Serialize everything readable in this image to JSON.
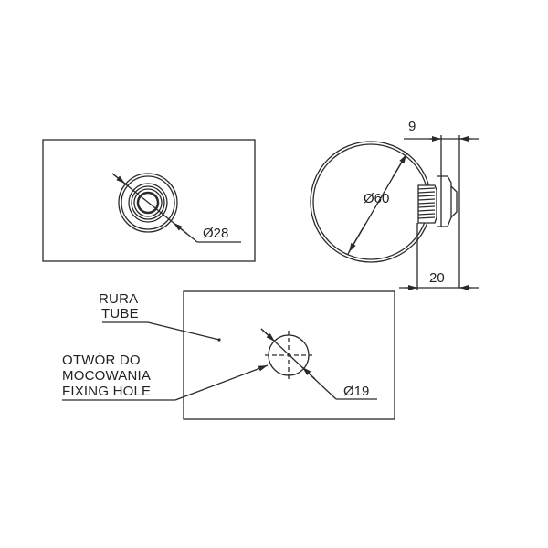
{
  "drawing": {
    "line_color": "#2a2a2a",
    "background": "#ffffff",
    "views": {
      "front_view": {
        "dimension": "Ø28",
        "dim_symbol": "Ø",
        "dim_value": "28"
      },
      "side_view": {
        "diameter_symbol": "Ø",
        "diameter_value": "60",
        "top_dimension": "9",
        "bottom_dimension": "20"
      },
      "mounting_view": {
        "dim_symbol": "Ø",
        "dim_value": "19"
      }
    },
    "labels": {
      "tube_pl": "RURA",
      "tube_en": "TUBE",
      "hole_pl_1": "OTWÓR DO",
      "hole_pl_2": "MOCOWANIA",
      "hole_en": "FIXING HOLE"
    }
  }
}
